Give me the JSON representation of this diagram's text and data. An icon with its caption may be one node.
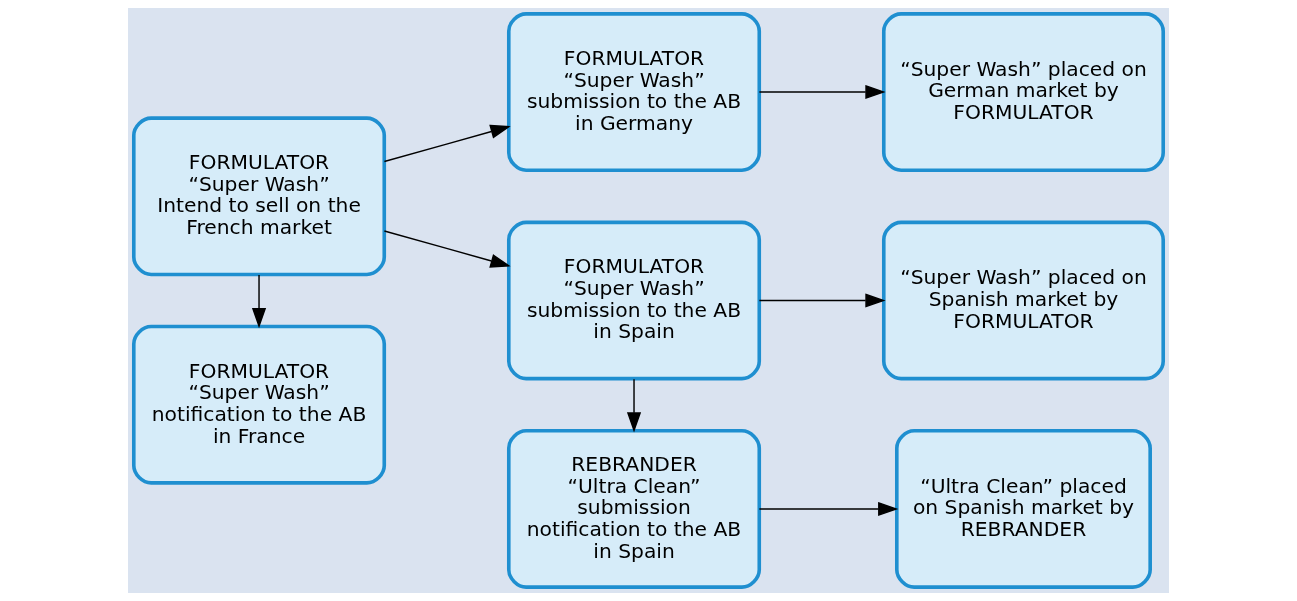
{
  "diagram": {
    "nodes": [
      {
        "text": [
          "FORMULATOR",
          "“Super Wash”",
          "notification to the AB in France"
        ]
      },
      {
        "text": [
          "FORMULATOR",
          "“Super Wash”",
          "Intend to sell on the French market"
        ]
      },
      {
        "text": [
          "FORMULATOR",
          "“Super Wash”",
          "submission to the AB in Germany"
        ]
      },
      {
        "text": [
          "“Super Wash” placed on German market by FORMULATOR"
        ]
      },
      {
        "text": [
          "FORMULATOR",
          "“Super Wash”",
          "submission to the AB in Spain"
        ]
      },
      {
        "text": [
          "“Super Wash” placed on Spanish market by FORMULATOR"
        ]
      },
      {
        "text": [
          "REBRANDER",
          "“Ultra Clean”",
          "submission notification to the AB in Spain"
        ]
      },
      {
        "text": [
          "“Ultra Clean” placed on Spanish market by REBRANDER"
        ]
      }
    ],
    "edges": [
      {
        "from": 1,
        "to": 0,
        "arrow": "to"
      },
      {
        "from": 1,
        "to": 2,
        "arrow": "to"
      },
      {
        "from": 1,
        "to": 4,
        "arrow": "to"
      },
      {
        "from": 2,
        "to": 3,
        "arrow": "to"
      },
      {
        "from": 4,
        "to": 5,
        "arrow": "to"
      },
      {
        "from": 4,
        "to": 6,
        "arrow": "to"
      },
      {
        "from": 6,
        "to": 7,
        "arrow": "to"
      }
    ]
  }
}
